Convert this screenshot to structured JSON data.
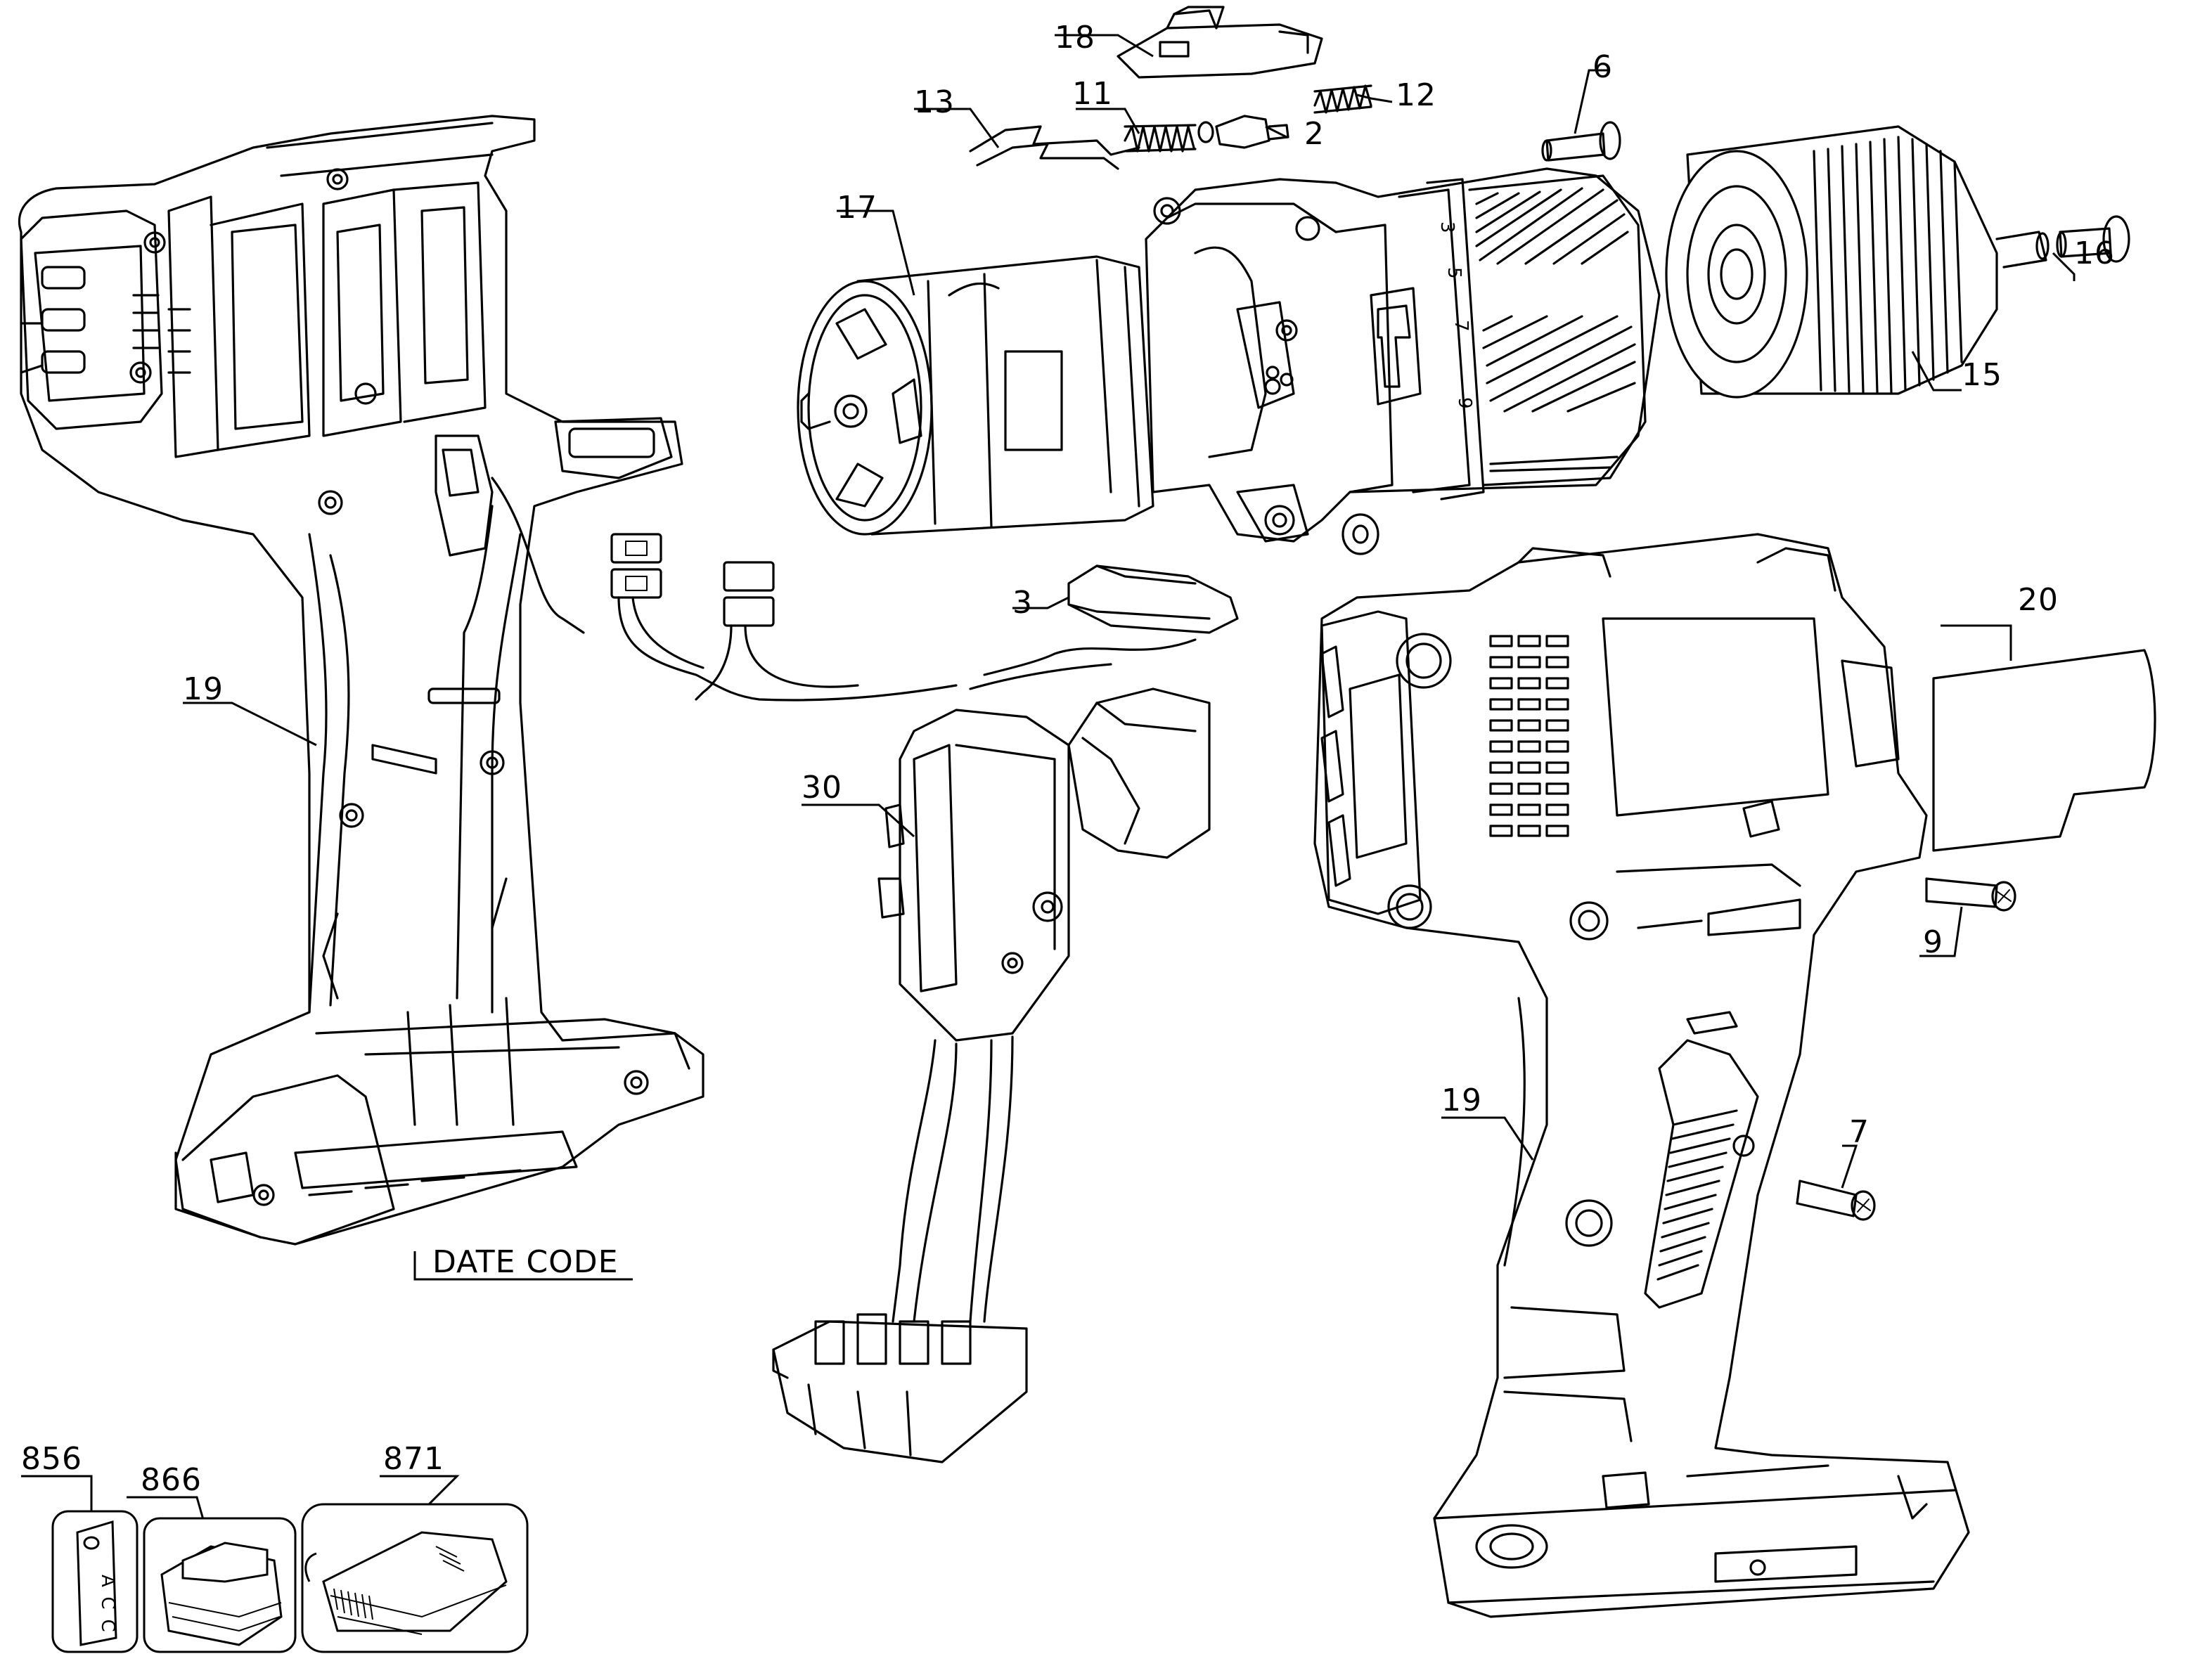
{
  "diagram": {
    "parts": [
      {
        "id": "p2",
        "label": "2"
      },
      {
        "id": "p3",
        "label": "3"
      },
      {
        "id": "p6",
        "label": "6"
      },
      {
        "id": "p7",
        "label": "7"
      },
      {
        "id": "p9",
        "label": "9"
      },
      {
        "id": "p11",
        "label": "11"
      },
      {
        "id": "p12",
        "label": "12"
      },
      {
        "id": "p13",
        "label": "13"
      },
      {
        "id": "p15",
        "label": "15"
      },
      {
        "id": "p16",
        "label": "16"
      },
      {
        "id": "p17",
        "label": "17"
      },
      {
        "id": "p18",
        "label": "18"
      },
      {
        "id": "p19a",
        "label": "19"
      },
      {
        "id": "p19b",
        "label": "19"
      },
      {
        "id": "p20",
        "label": "20"
      },
      {
        "id": "p30",
        "label": "30"
      },
      {
        "id": "date",
        "label": "DATE CODE"
      }
    ],
    "accessories": [
      {
        "id": "a856",
        "label": "856",
        "tag": "ACC"
      },
      {
        "id": "a866",
        "label": "866"
      },
      {
        "id": "a871",
        "label": "871"
      }
    ],
    "clutch_numbers": [
      "3",
      "5",
      "7",
      "9"
    ]
  }
}
